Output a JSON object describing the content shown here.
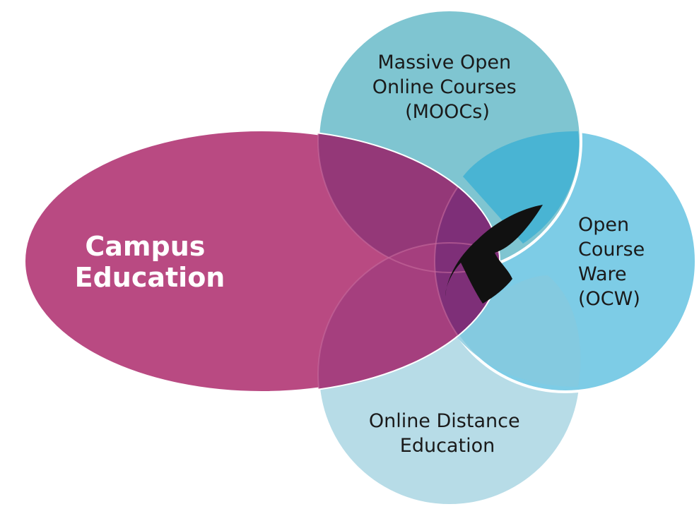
{
  "colors": {
    "campus": "#b94a82",
    "moocs": "#7fc5d1",
    "ocw": "#7dcce6",
    "online_distance": "#b7dce7",
    "outline": "#ffffff",
    "logo": "#111111",
    "main_text": "#ffffff",
    "text": "#1a1a1a"
  },
  "labels": {
    "campus": [
      "Campus",
      "Education"
    ],
    "moocs": [
      "Massive Open",
      "Online Courses",
      "(MOOCs)"
    ],
    "ocw": [
      "Open",
      "Course",
      "Ware",
      "(OCW)"
    ],
    "online_distance": [
      "Online Distance",
      "Education"
    ]
  },
  "center_icon": "flame-icon"
}
